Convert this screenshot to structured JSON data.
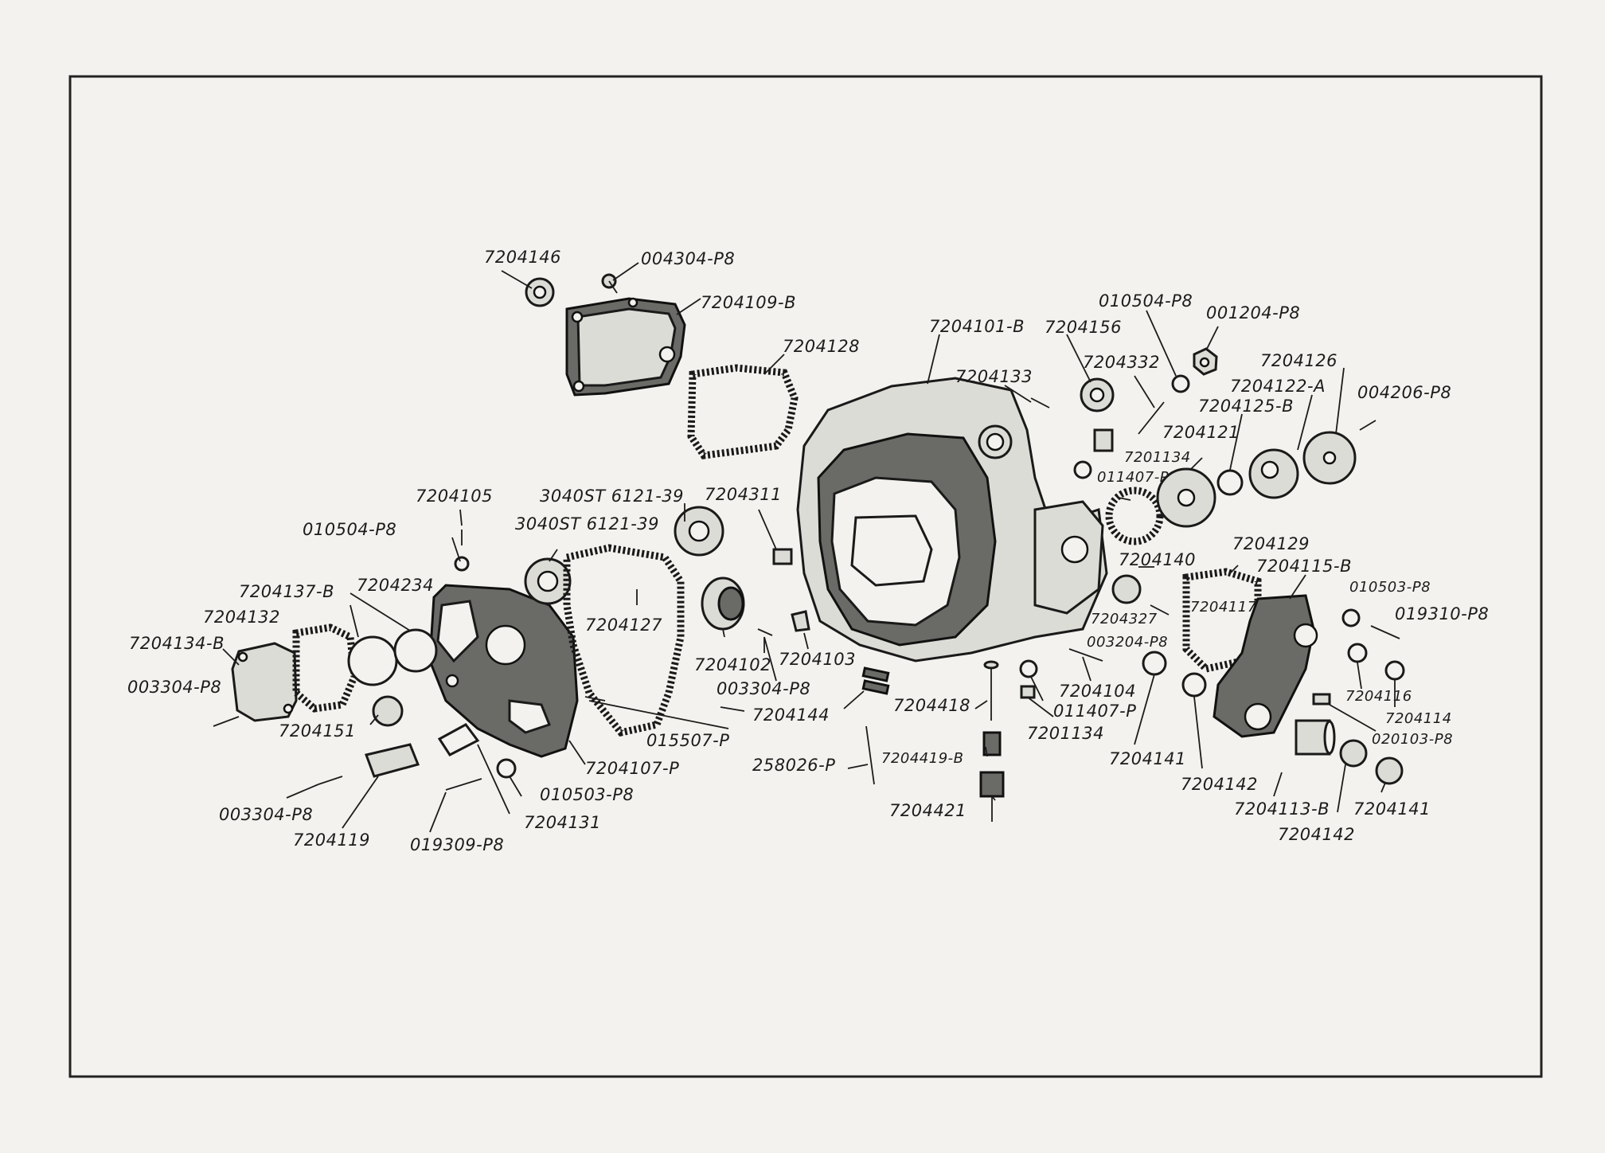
{
  "labels": {
    "l01": "7204146",
    "l02": "004304-P8",
    "l03": "7204109-B",
    "l04": "7204128",
    "l05": "7204101-B",
    "l06": "7204156",
    "l07": "010504-P8",
    "l08": "001204-P8",
    "l09": "7204133",
    "l10": "7204332",
    "l11": "7204126",
    "l12": "7204122-A",
    "l13": "004206-P8",
    "l14": "7204125-B",
    "l15": "7204121",
    "l16": "7201134",
    "l17": "011407-P",
    "l18": "7204105",
    "l19": "3040ST 6121-39",
    "l20": "7204311",
    "l21": "010504-P8",
    "l22": "3040ST 6121-39",
    "l23": "7204140",
    "l24": "7204129",
    "l25": "7204115-B",
    "l26": "7204137-B",
    "l27": "7204234",
    "l28": "7204132",
    "l29": "7204127",
    "l30": "7204117",
    "l31": "7204327",
    "l32": "010503-P8",
    "l33": "019310-P8",
    "l34": "7204134-B",
    "l35": "003204-P8",
    "l36": "7204102",
    "l37": "7204103",
    "l38": "003304-P8",
    "l39": "003304-P8",
    "l40": "7204104",
    "l41": "7204116",
    "l42": "7204144",
    "l43": "7204418",
    "l44": "011407-P",
    "l45": "7204114",
    "l46": "7204151",
    "l47": "015507-P",
    "l48": "7201134",
    "l49": "020103-P8",
    "l50": "7204107-P",
    "l51": "258026-P",
    "l52": "7204419-B",
    "l53": "7204141",
    "l54": "010503-P8",
    "l55": "7204142",
    "l56": "003304-P8",
    "l57": "7204131",
    "l58": "7204421",
    "l59": "7204113-B",
    "l60": "7204141",
    "l61": "7204119",
    "l62": "019309-P8",
    "l63": "7204142"
  }
}
